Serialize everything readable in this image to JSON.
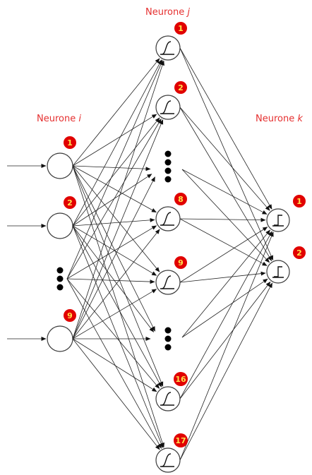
{
  "labels": {
    "input": {
      "prefix": "Neurone ",
      "index": "i"
    },
    "hidden": {
      "prefix": "Neurone ",
      "index": "j"
    },
    "output": {
      "prefix": "Neurone ",
      "index": "k"
    }
  },
  "layers": {
    "input": [
      "1",
      "2",
      "9"
    ],
    "hidden": [
      "1",
      "2",
      "8",
      "9",
      "16",
      "17"
    ],
    "output": [
      "1",
      "2"
    ]
  },
  "colors": {
    "label": "#e53030",
    "badge_fill": "#e10000",
    "badge_text": "#ffe14d",
    "node_stroke": "#3a3a3a",
    "edge": "#222222"
  },
  "icons": {
    "hidden": "sigmoid-activation-icon",
    "output": "step-activation-icon"
  }
}
